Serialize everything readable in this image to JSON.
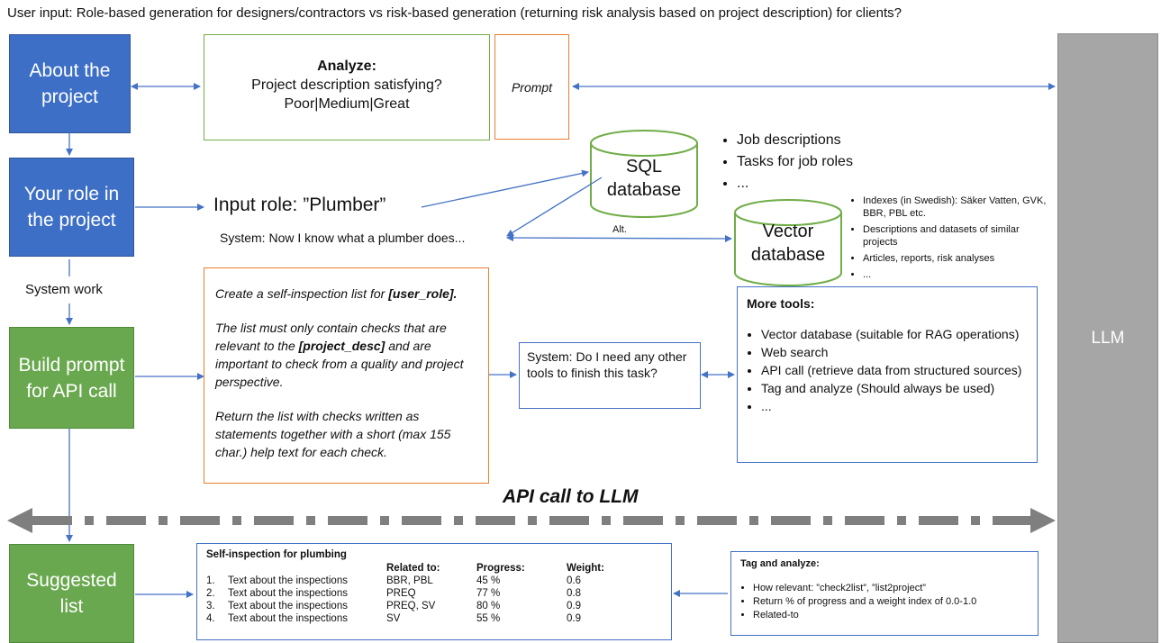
{
  "header": {
    "user_input": "User input: Role-based generation for designers/contractors vs risk-based generation (returning risk analysis based on project description) for clients?"
  },
  "stages": {
    "about": "About the project",
    "role": "Your role in the project",
    "system_work": "System work",
    "build": "Build prompt for API call",
    "suggested": "Suggested list"
  },
  "llm_label": "LLM",
  "analyze": {
    "title": "Analyze:",
    "question": "Project description satisfying?",
    "options": "Poor|Medium|Great"
  },
  "prompt_label": "Prompt",
  "sql": {
    "label_line1": "SQL",
    "label_line2": "database",
    "bullets": [
      "Job descriptions",
      "Tasks for job roles",
      "..."
    ]
  },
  "vector": {
    "label_line1": "Vector",
    "label_line2": "database",
    "bullets": [
      "Indexes (in Swedish): Säker Vatten, GVK, BBR, PBL etc.",
      "Descriptions and datasets of similar projects",
      "Articles, reports, risk analyses",
      "..."
    ]
  },
  "alt_label": "Alt.",
  "input_role": "Input role: ”Plumber”",
  "system_plumber": "System: Now I know what a plumber does...",
  "instructions": {
    "p1_pre": "Create a self-inspection list for ",
    "p1_bold": "[user_role].",
    "p2_pre": "The list must only contain checks that are relevant to the ",
    "p2_bold": "[project_desc]",
    "p2_post": " and are important to check from a quality and project perspective.",
    "p3": "Return the list with checks written as statements together with a short (max 155 char.) help text for each check."
  },
  "system_question": "System: Do I need any other tools to finish this task?",
  "more_tools": {
    "title": "More tools:",
    "items": [
      "Vector database (suitable for RAG operations)",
      "Web search",
      "API call (retrieve data from structured sources)",
      "Tag and analyze (Should always be used)",
      "..."
    ]
  },
  "api_call_label": "API call to LLM",
  "self_inspection": {
    "title": "Self-inspection for plumbing",
    "headers": [
      "",
      "",
      "Related to:",
      "Progress:",
      "Weight:"
    ],
    "rows": [
      [
        "1.",
        "Text about the inspections",
        "BBR, PBL",
        "45 %",
        "0.6"
      ],
      [
        "2.",
        "Text about the inspections",
        "PREQ",
        "77 %",
        "0.8"
      ],
      [
        "3.",
        "Text about the inspections",
        "PREQ, SV",
        "80 %",
        "0.9"
      ],
      [
        "4.",
        "Text about the inspections",
        "SV",
        "55 %",
        "0.9"
      ]
    ]
  },
  "tag_analyze": {
    "title": "Tag and analyze:",
    "items": [
      "How relevant: ”check2list”, ”list2project”",
      "Return % of progress and a weight index of 0.0-1.0",
      "Related-to"
    ]
  },
  "colors": {
    "stage_blue": "#3e6fc7",
    "stage_green": "#6aa84f",
    "llm_gray": "#a6a6a6",
    "orange": "#ed7d31",
    "light_green": "#70ad47",
    "arrow_blue": "#4472c4",
    "api_dash_gray": "#7f7f7f"
  }
}
